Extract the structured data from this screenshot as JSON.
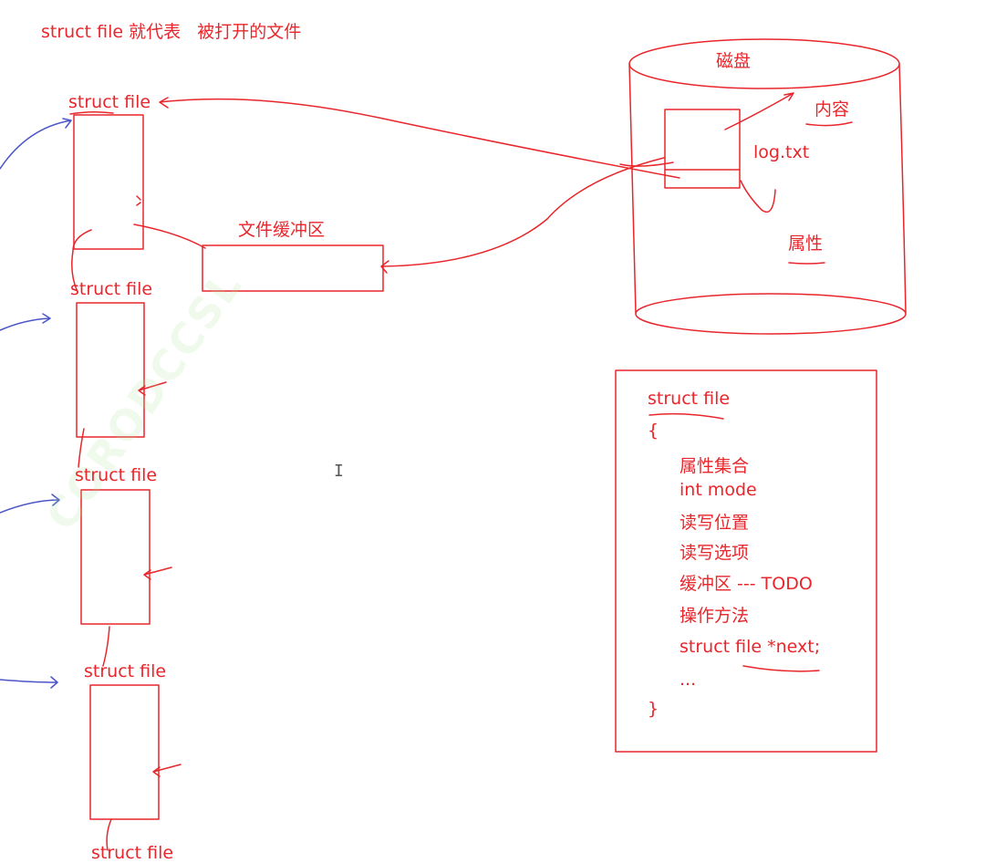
{
  "heading": "struct file 就代表   被打开的文件",
  "structs": [
    {
      "label": "struct file"
    },
    {
      "label": "struct file"
    },
    {
      "label": "struct file"
    },
    {
      "label": "struct file"
    },
    {
      "label": "struct file"
    }
  ],
  "buffer_label": "文件缓冲区",
  "disk": {
    "title": "磁盘",
    "file_name": "log.txt",
    "content_label": "内容",
    "attr_label": "属性"
  },
  "code": {
    "lines": [
      "struct file",
      "{",
      "属性集合",
      "int mode",
      "读写位置",
      "读写选项",
      "缓冲区 --- TODO",
      "操作方法",
      "struct file *next;",
      "...",
      "}"
    ]
  },
  "watermark": "CORODCCSL",
  "cursor_glyph": "I",
  "colors": {
    "ink": "#e8262b",
    "blue": "#4a55c8"
  }
}
